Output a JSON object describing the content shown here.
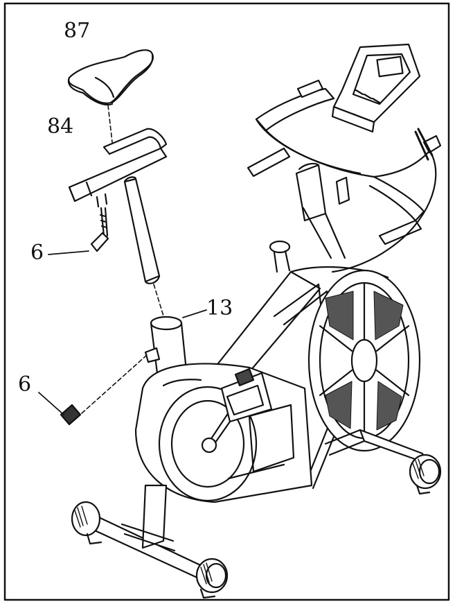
{
  "diagram": {
    "type": "exploded-assembly-drawing",
    "subject": "exercise-bike-seat-assembly",
    "parts": [
      {
        "id": "87",
        "label": "87"
      },
      {
        "id": "84",
        "label": "84"
      },
      {
        "id": "6a",
        "label": "6"
      },
      {
        "id": "13",
        "label": "13"
      },
      {
        "id": "6b",
        "label": "6"
      }
    ]
  }
}
